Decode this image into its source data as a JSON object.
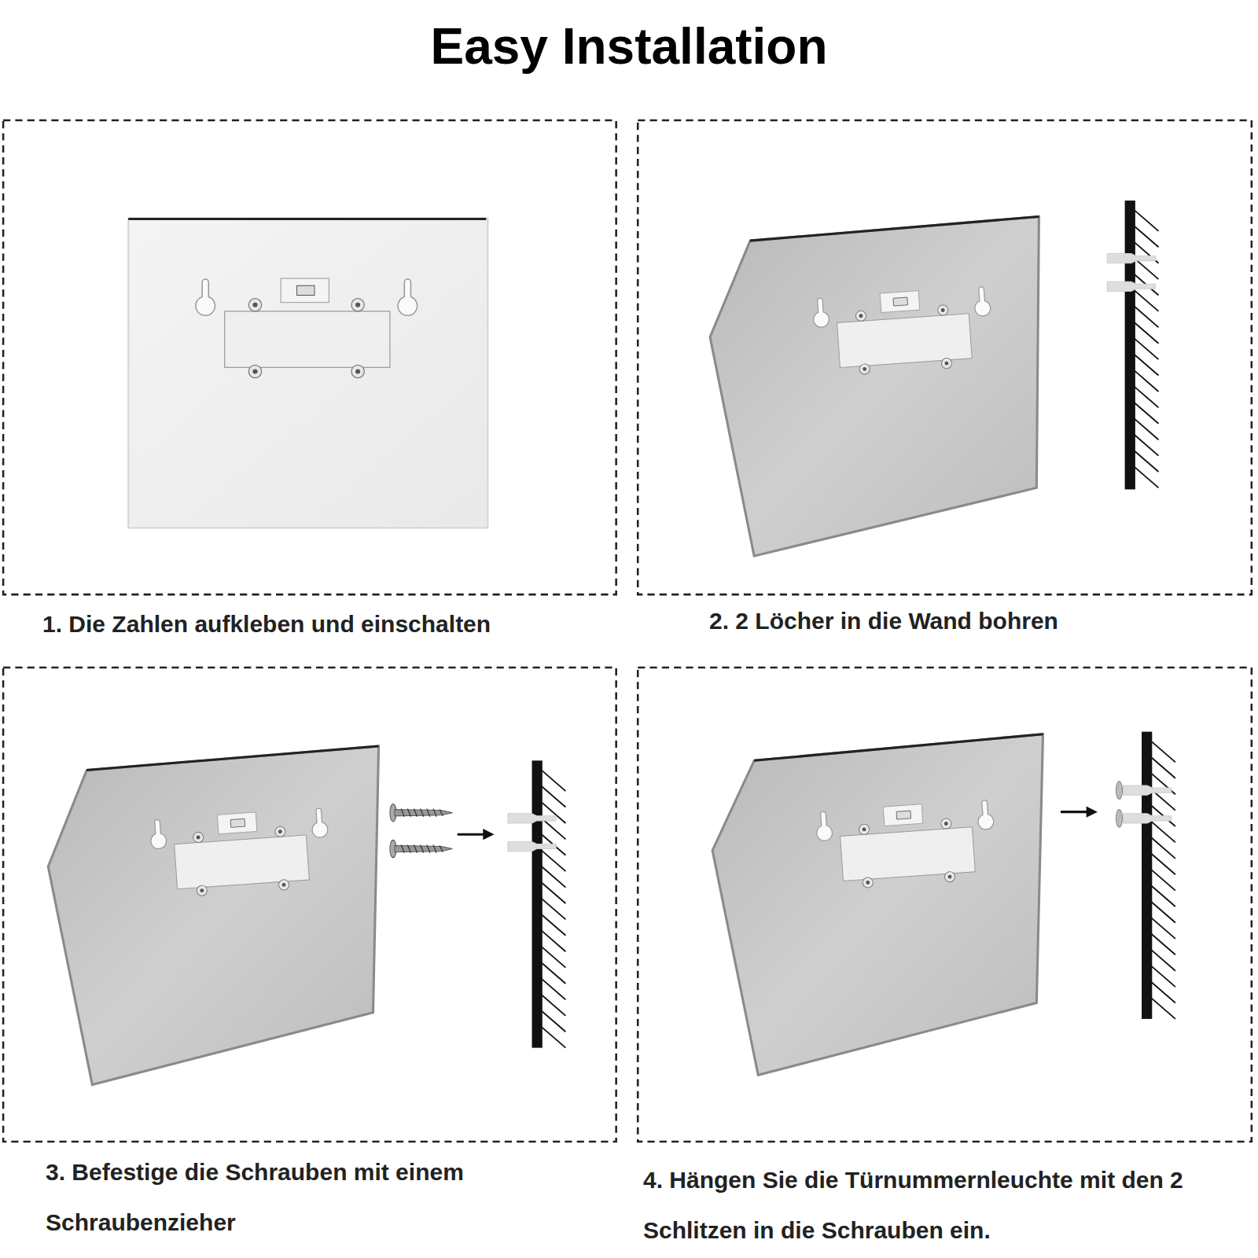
{
  "diagram": {
    "title": "Easy Installation",
    "labels": [
      "1. Die Zahlen aufkleben und einschalten",
      "2. 2 Löcher in die Wand bohren",
      "3. Befestige die Schrauben mit einem Schraubenzieher",
      "4. Hängen Sie die Türnummernleuchte mit den 2 Schlitzen in die Schrauben ein."
    ]
  }
}
